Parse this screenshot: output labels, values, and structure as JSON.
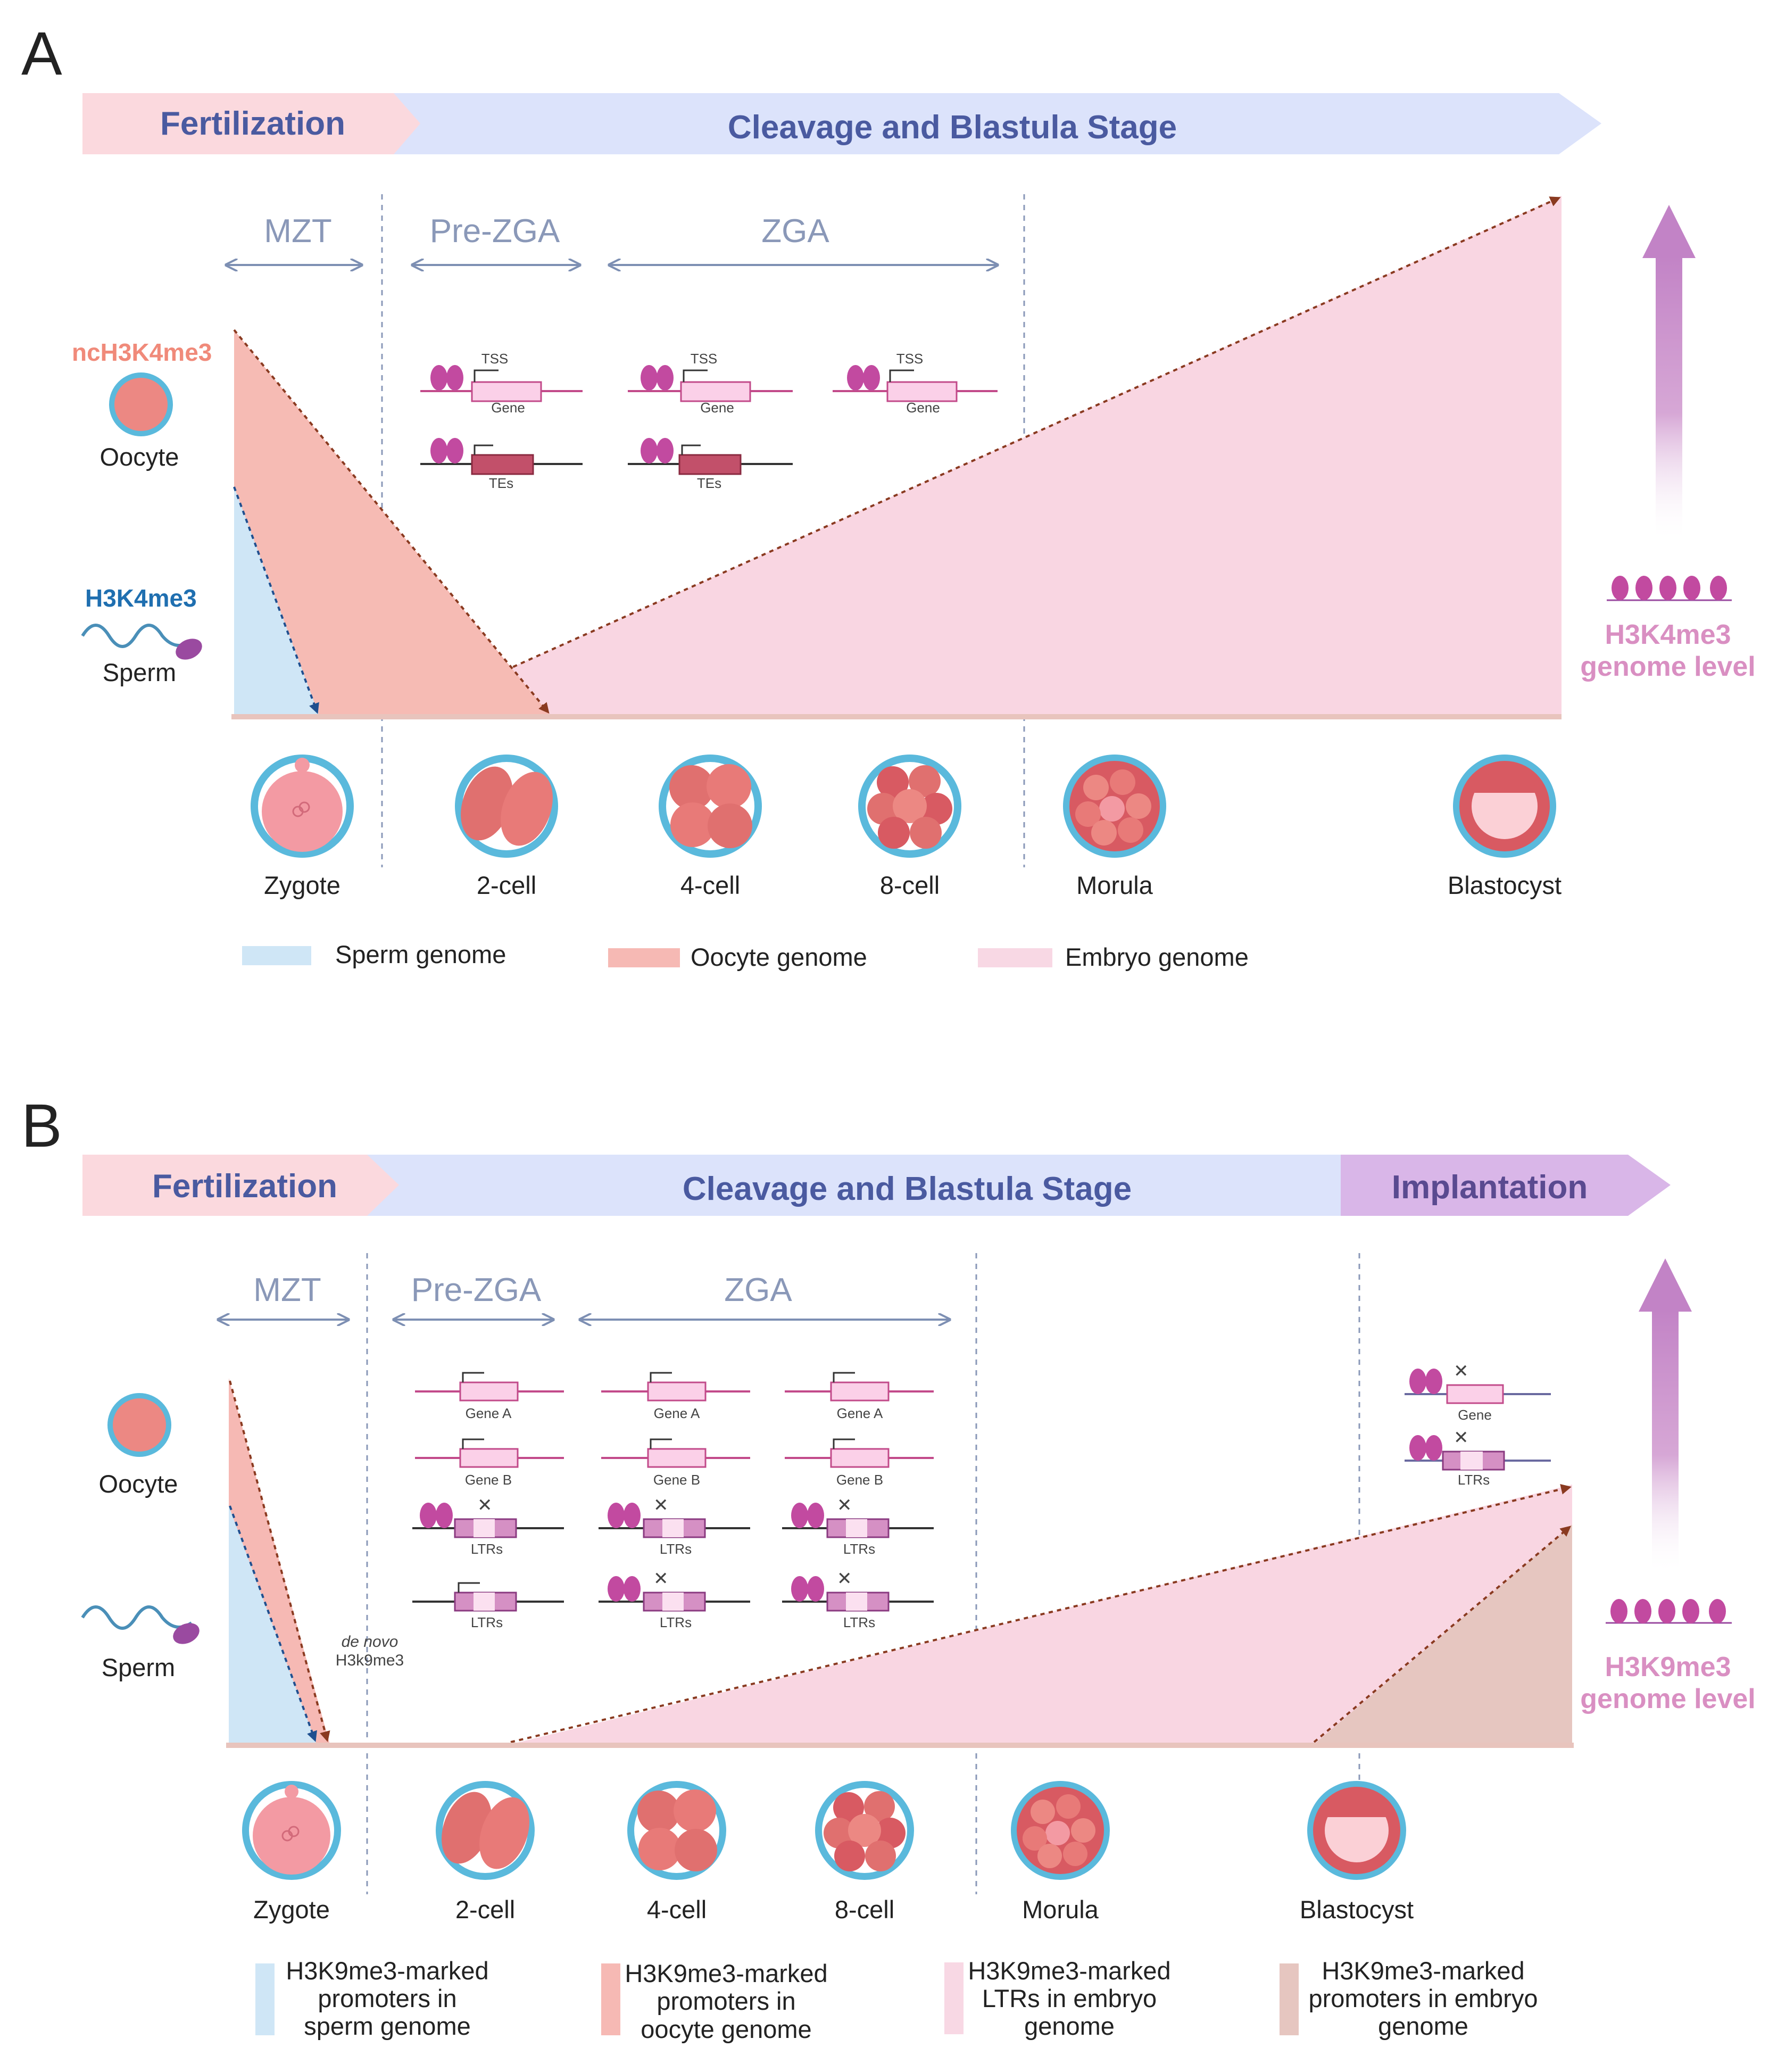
{
  "panel_a": {
    "letter": "A",
    "banner": {
      "fertilization": "Fertilization",
      "cleavage": "Cleavage and Blastula Stage"
    },
    "phases": {
      "mzt": "MZT",
      "prezga": "Pre-ZGA",
      "zga": "ZGA"
    },
    "marks": {
      "oocyte_mark": "ncH3K4me3",
      "sperm_mark": "H3K4me3"
    },
    "cells": {
      "oocyte": "Oocyte",
      "sperm": "Sperm"
    },
    "gene_labels": {
      "tss": "TSS",
      "gene": "Gene",
      "tes": "TEs"
    },
    "stages": [
      "Zygote",
      "2-cell",
      "4-cell",
      "8-cell",
      "Morula",
      "Blastocyst"
    ],
    "legend": [
      "Sperm genome",
      "Oocyte  genome",
      "Embryo genome"
    ],
    "genome_level": {
      "line1": "H3K4me3",
      "line2": "genome level"
    }
  },
  "panel_b": {
    "letter": "B",
    "banner": {
      "fertilization": "Fertilization",
      "cleavage": "Cleavage and Blastula Stage",
      "implantation": "Implantation"
    },
    "phases": {
      "mzt": "MZT",
      "prezga": "Pre-ZGA",
      "zga": "ZGA"
    },
    "cells": {
      "oocyte": "Oocyte",
      "sperm": "Sperm"
    },
    "denovo": {
      "line1": "de novo",
      "line2": "H3k9me3"
    },
    "gene_labels": {
      "gene_a": "Gene A",
      "gene_b": "Gene B",
      "ltrs": "LTRs",
      "gene": "Gene"
    },
    "stages": [
      "Zygote",
      "2-cell",
      "4-cell",
      "8-cell",
      "Morula",
      "Blastocyst"
    ],
    "legend": [
      {
        "line1": "H3K9me3-marked",
        "line2": "promoters in",
        "line3": "sperm genome"
      },
      {
        "line1": "H3K9me3-marked",
        "line2": "promoters in",
        "line3": "oocyte genome"
      },
      {
        "line1": "H3K9me3-marked",
        "line2": "LTRs in embryo",
        "line3": "genome"
      },
      {
        "line1": "H3K9me3-marked",
        "line2": "promoters in embryo",
        "line3": "genome"
      }
    ],
    "genome_level": {
      "line1": "H3K9me3",
      "line2": "genome level"
    }
  },
  "colors": {
    "sperm": "#cfe6f6",
    "oocyte": "#f6b9b4",
    "embryo": "#f8d8e4",
    "embryo_promoter": "#e6c6c0",
    "banner_pink": "#fadadd",
    "banner_blue": "#dde3fa",
    "banner_purple": "#d9b6e8",
    "cell_ring": "#5ab9dc",
    "nucleosome": "#c24aa0",
    "arrow_purple": "#c48ac4"
  }
}
